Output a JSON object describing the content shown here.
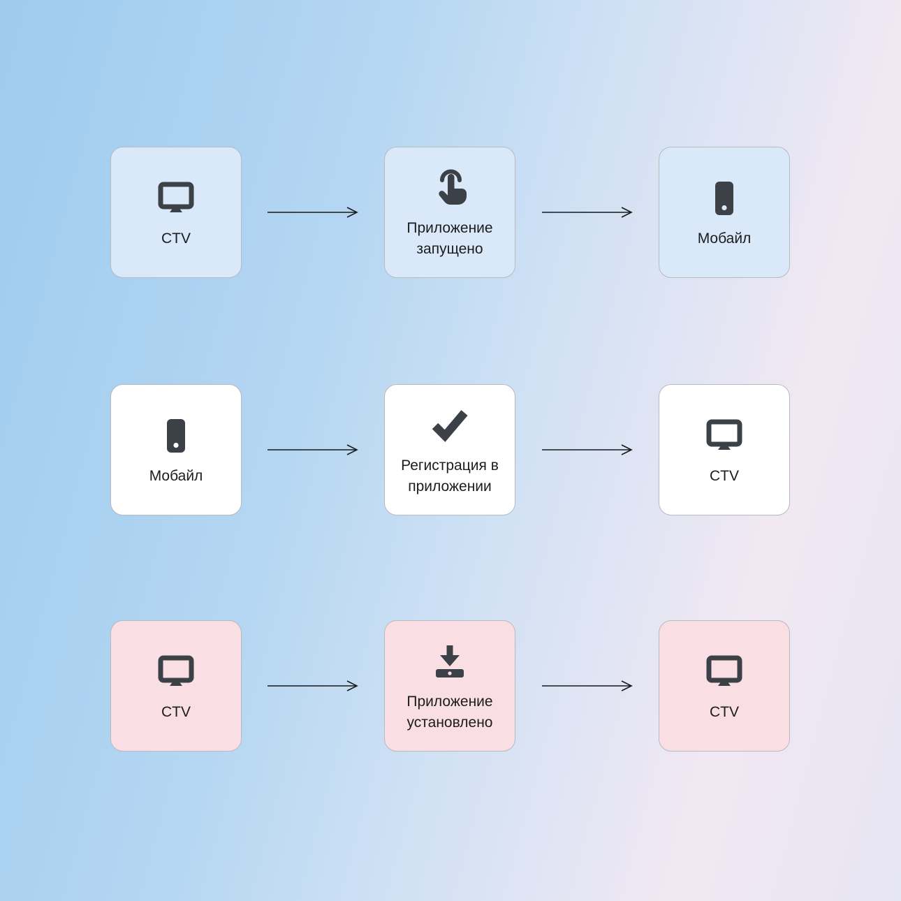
{
  "diagram": {
    "colors": {
      "box_blue": "#d9e9f9",
      "box_white": "#ffffff",
      "box_pink": "#f9dfe4",
      "border": "#b6bac1",
      "icon": "#3c4148",
      "text": "#1b1c1e",
      "background_left": "#9ecbee",
      "background_right": "#f1e8f3"
    },
    "rows": [
      {
        "theme": "blue",
        "boxes": [
          {
            "icon": "tv-icon",
            "label": "CTV"
          },
          {
            "icon": "tap-icon",
            "label": "Приложение запущено"
          },
          {
            "icon": "phone-icon",
            "label": "Мобайл"
          }
        ]
      },
      {
        "theme": "white",
        "boxes": [
          {
            "icon": "phone-icon",
            "label": "Мобайл"
          },
          {
            "icon": "check-icon",
            "label": "Регистрация в приложении"
          },
          {
            "icon": "tv-icon",
            "label": "CTV"
          }
        ]
      },
      {
        "theme": "pink",
        "boxes": [
          {
            "icon": "tv-icon",
            "label": "CTV"
          },
          {
            "icon": "download-icon",
            "label": "Приложение установлено"
          },
          {
            "icon": "tv-icon",
            "label": "CTV"
          }
        ]
      }
    ]
  }
}
